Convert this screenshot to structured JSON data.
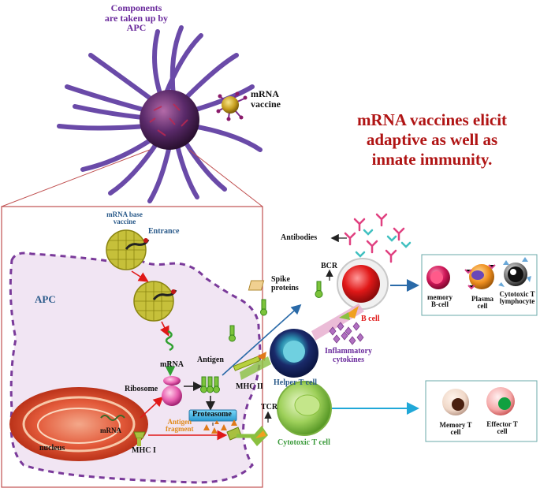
{
  "title": {
    "line1": "mRNA vaccines elicit",
    "line2": "adaptive as well as",
    "line3": "innate immunity."
  },
  "top": {
    "components_line1": "Components",
    "components_line2": "are taken up by",
    "components_line3": "APC",
    "vaccine_line1": "mRNA",
    "vaccine_line2": "vaccine"
  },
  "apc": {
    "label": "APC",
    "base_vaccine_line1": "mRNA base",
    "base_vaccine_line2": "vaccine",
    "entrance": "Entrance",
    "mrna": "mRNA",
    "ribosome": "Ribosome",
    "antigen": "Antigen",
    "proteasome": "Proteasome",
    "antigen_fragment_line1": "Antigen",
    "antigen_fragment_line2": "fragment",
    "nucleus": "nucleus",
    "nucleus_mrna": "mRNA",
    "mhc1": "MHC I",
    "mhc2": "MHC II"
  },
  "right": {
    "antibodies": "Antibodies",
    "spike_line1": "Spike",
    "spike_line2": "proteins",
    "bcr": "BCR",
    "bcell": "B cell",
    "helper": "Helper T cell",
    "cytokines_line1": "Inflammatory",
    "cytokines_line2": "cytokines",
    "tcr": "TCR",
    "cytotoxic": "Cytotoxic T cell"
  },
  "box1": {
    "memory_b_line1": "memory",
    "memory_b_line2": "B-cell",
    "plasma_line1": "Plasma",
    "plasma_line2": "cell",
    "ctl_line1": "Cytotoxic T",
    "ctl_line2": "lymphocyte"
  },
  "box2": {
    "memory_t_line1": "Memory T",
    "memory_t_line2": "cell",
    "effector_line1": "Effector T",
    "effector_line2": "cell"
  },
  "colors": {
    "title": "#b01414",
    "purple_text": "#6a2a9c",
    "blue_text": "#2a5a8a",
    "orange_text": "#e08a1a",
    "green_text": "#3a9a3a",
    "apc_border": "#6a2a9c"
  }
}
